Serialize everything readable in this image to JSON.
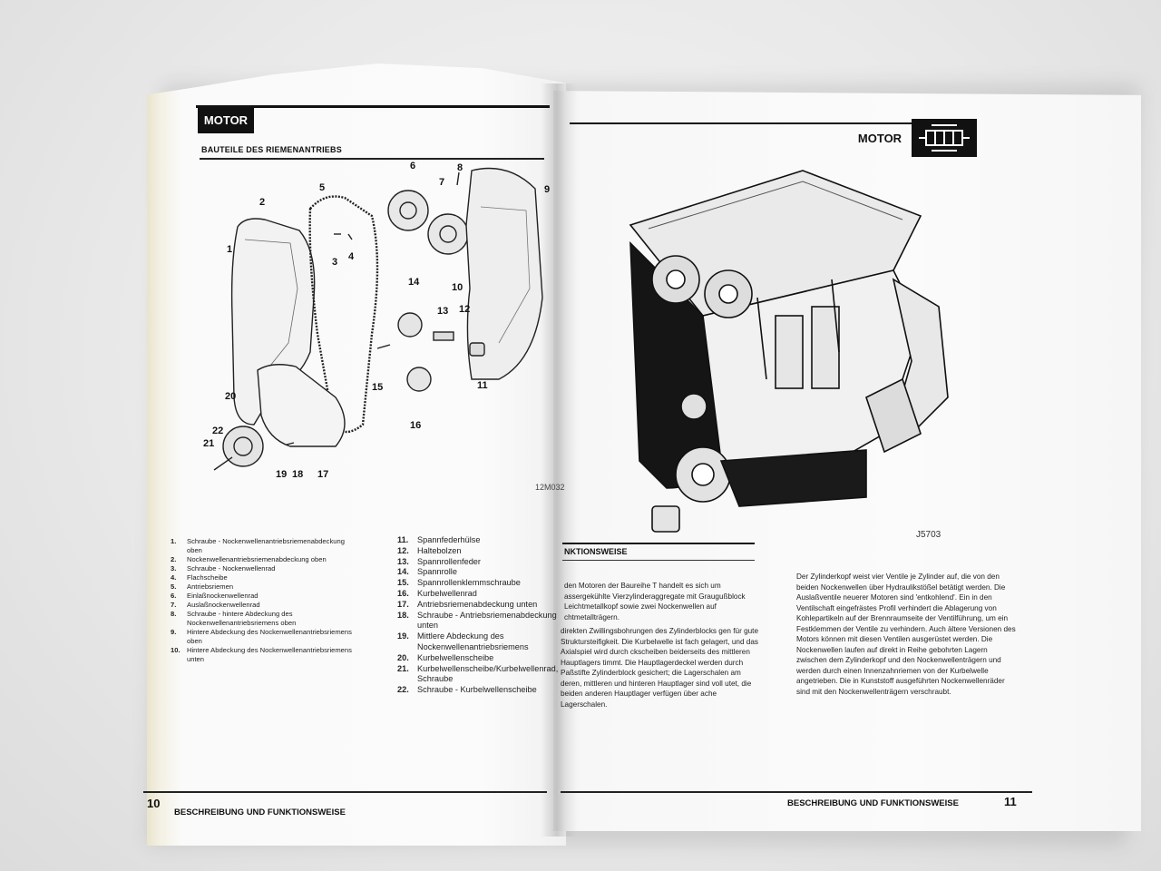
{
  "left_page": {
    "header_tab": "MOTOR",
    "section_title": "BAUTEILE DES RIEMENANTRIEBS",
    "figure_code": "12M032",
    "callouts": [
      "1",
      "2",
      "3",
      "4",
      "5",
      "6",
      "7",
      "8",
      "9",
      "10",
      "11",
      "12",
      "13",
      "14",
      "15",
      "16",
      "17",
      "18",
      "19",
      "20",
      "21",
      "22"
    ],
    "legend_left": [
      {
        "n": "1.",
        "text": "Schraube - Nockenwellenantriebsriemenabdeckung oben"
      },
      {
        "n": "2.",
        "text": "Nockenwellenantriebsriemenabdeckung oben"
      },
      {
        "n": "3.",
        "text": "Schraube - Nockenwellenrad"
      },
      {
        "n": "4.",
        "text": "Flachscheibe"
      },
      {
        "n": "5.",
        "text": "Antriebsriemen"
      },
      {
        "n": "6.",
        "text": "Einlaßnockenwellenrad"
      },
      {
        "n": "7.",
        "text": "Auslaßnockenwellenrad"
      },
      {
        "n": "8.",
        "text": "Schraube - hintere Abdeckung des Nockenwellenantriebsriemens oben"
      },
      {
        "n": "9.",
        "text": "Hintere Abdeckung des Nockenwellenantriebsriemens oben"
      },
      {
        "n": "10.",
        "text": "Hintere Abdeckung des Nockenwellenantriebsriemens unten"
      }
    ],
    "legend_right": [
      {
        "n": "11.",
        "text": "Spannfederhülse"
      },
      {
        "n": "12.",
        "text": "Haltebolzen"
      },
      {
        "n": "13.",
        "text": "Spannrollenfeder"
      },
      {
        "n": "14.",
        "text": "Spannrolle"
      },
      {
        "n": "15.",
        "text": "Spannrollenklemmschraube"
      },
      {
        "n": "16.",
        "text": "Kurbelwellenrad"
      },
      {
        "n": "17.",
        "text": "Antriebsriemenabdeckung unten"
      },
      {
        "n": "18.",
        "text": "Schraube - Antriebsriemenabdeckung unten"
      },
      {
        "n": "19.",
        "text": "Mittlere Abdeckung des Nockenwellenantriebsriemens"
      },
      {
        "n": "20.",
        "text": "Kurbelwellenscheibe"
      },
      {
        "n": "21.",
        "text": "Kurbelwellenscheibe/Kurbelwellenrad, Schraube"
      },
      {
        "n": "22.",
        "text": "Schraube - Kurbelwellenscheibe"
      }
    ],
    "page_number": "10",
    "footer_text": "BESCHREIBUNG UND FUNKTIONSWEISE"
  },
  "right_page": {
    "header_label": "MOTOR",
    "figure_code": "J5703",
    "section_heading": "NKTIONSWEISE",
    "paragraph_1": "den Motoren der Baureihe T handelt es sich um assergekühlte Vierzylinderaggregate mit Graugußblock Leichtmetallkopf sowie zwei Nockenwellen auf chtmetallträgern.",
    "paragraph_2": "direkten Zwillingsbohrungen des Zylinderblocks gen für gute Struktursteifigkeit. Die Kurbelwelle ist fach gelagert, und das Axialspiel wird durch ckscheiben beiderseits des mittleren Hauptlagers timmt. Die Hauptlagerdeckel werden durch Paßstifte Zylinderblock gesichert; die Lagerschalen am deren, mittleren und hinteren Hauptlager sind voll utet, die beiden anderen Hauptlager verfügen über ache Lagerschalen.",
    "paragraph_3": "Der Zylinderkopf weist vier Ventile je Zylinder auf, die von den beiden Nockenwellen über Hydraulikstößel betätigt werden. Die Auslaßventile neuerer Motoren sind 'entkohlend'. Ein in den Ventilschaft eingefrästes Profil verhindert die Ablagerung von Kohlepartikeln auf der Brennraumseite der Ventilführung, um ein Festklemmen der Ventile zu verhindern. Auch ältere Versionen des Motors können mit diesen Ventilen ausgerüstet werden. Die Nockenwellen laufen auf direkt in Reihe gebohrten Lagern zwischen dem Zylinderkopf und den Nockenwellenträgern und werden durch einen Innenzahnriemen von der Kurbelwelle angetrieben. Die in Kunststoff ausgeführten Nockenwellenräder sind mit den Nockenwellenträgern verschraubt.",
    "page_number": "11",
    "footer_text": "BESCHREIBUNG UND FUNKTIONSWEISE"
  },
  "icons": {
    "header_icon": "engine-icon"
  }
}
